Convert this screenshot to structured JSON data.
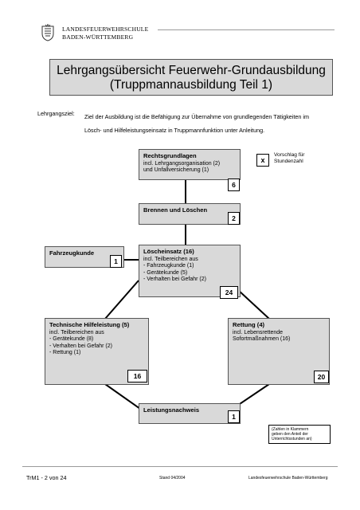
{
  "header": {
    "institution_line1": "LANDESFEUERWEHRSCHULE",
    "institution_line2": "BADEN-WÜRTTEMBERG",
    "crest_icon": "coat-of-arms-icon"
  },
  "title": {
    "line1": "Lehrgangsübersicht Feuerwehr-Grundausbildung",
    "line2": "(Truppmannausbildung Teil 1)"
  },
  "goal": {
    "label": "Lehrgangsziel:",
    "line1": "Ziel der Ausbildung ist die Befähigung zur Übernahme von grundlegenden Tätigkeiten im",
    "line2": "Lösch- und Hilfeleistungseinsatz in Truppmannfunktion unter Anleitung."
  },
  "legend": {
    "marker": "x",
    "line1": "Vorschlag für",
    "line2": "Stundenzahl"
  },
  "modules": {
    "rechtsgrundlagen": {
      "title": "Rechtsgrundlagen",
      "details": [
        "incl. Lehrgangsorganisation (2)",
        "und Unfallversicherung (1)"
      ],
      "hours": "6"
    },
    "brennen": {
      "title": "Brennen und Löschen",
      "hours": "2"
    },
    "fahrzeugkunde": {
      "title": "Fahrzeugkunde",
      "hours": "1"
    },
    "loescheinsatz": {
      "title": "Löscheinsatz (16)",
      "details": [
        "incl. Teilbereichen aus",
        "-  Fahrzeugkunde (1)",
        "-  Gerätekunde (5)",
        "-  Verhalten bei Gefahr (2)"
      ],
      "hours": "24"
    },
    "technische_hilfeleistung": {
      "title": "Technische Hilfeleistung (5)",
      "details": [
        "incl. Teilbereichen aus",
        "-  Gerätekunde (8)",
        "-  Verhalten bei Gefahr (2)",
        "-  Rettung (1)"
      ],
      "hours": "16"
    },
    "rettung": {
      "title": "Rettung (4)",
      "details": [
        "incl. Lebensrettende",
        "Sofortmaßnahmen (16)"
      ],
      "hours": "20"
    },
    "leistungsnachweis": {
      "title": "Leistungsnachweis",
      "hours": "1"
    }
  },
  "note": {
    "line1": "(Zahlen in Klammern",
    "line2": "geben den Anteil der",
    "line3": "Unterrichtsstunden an)"
  },
  "footer": {
    "page": "TrM1 - 2 von 24",
    "stand": "Stand 04/2004",
    "publisher": "Landesfeuerwehrschule Baden-Württemberg"
  }
}
